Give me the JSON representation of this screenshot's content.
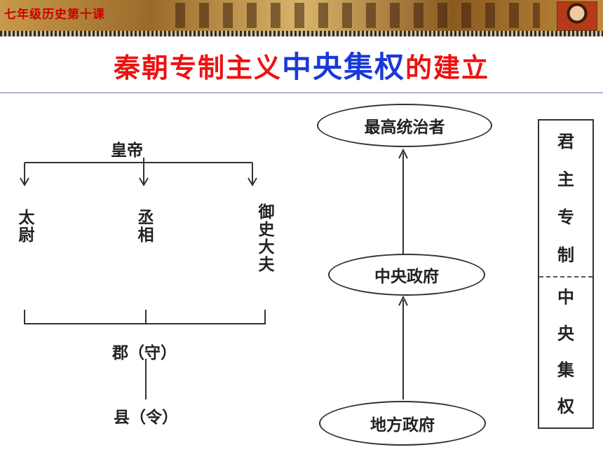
{
  "header": {
    "course_title": "七年级历史第十课"
  },
  "slide": {
    "title_part1": "秦朝专制主义",
    "title_part2": "中央集权",
    "title_part3": "的建立"
  },
  "left_diagram": {
    "emperor": "皇帝",
    "officials": [
      "太尉",
      "丞相",
      "御史大夫"
    ],
    "commandery": "郡（守）",
    "county": "县（令）"
  },
  "middle_diagram": {
    "top": "最高统治者",
    "middle": "中央政府",
    "bottom": "地方政府"
  },
  "side_box": {
    "upper": [
      "君",
      "主",
      "专",
      "制"
    ],
    "lower": [
      "中",
      "央",
      "集",
      "权"
    ]
  }
}
